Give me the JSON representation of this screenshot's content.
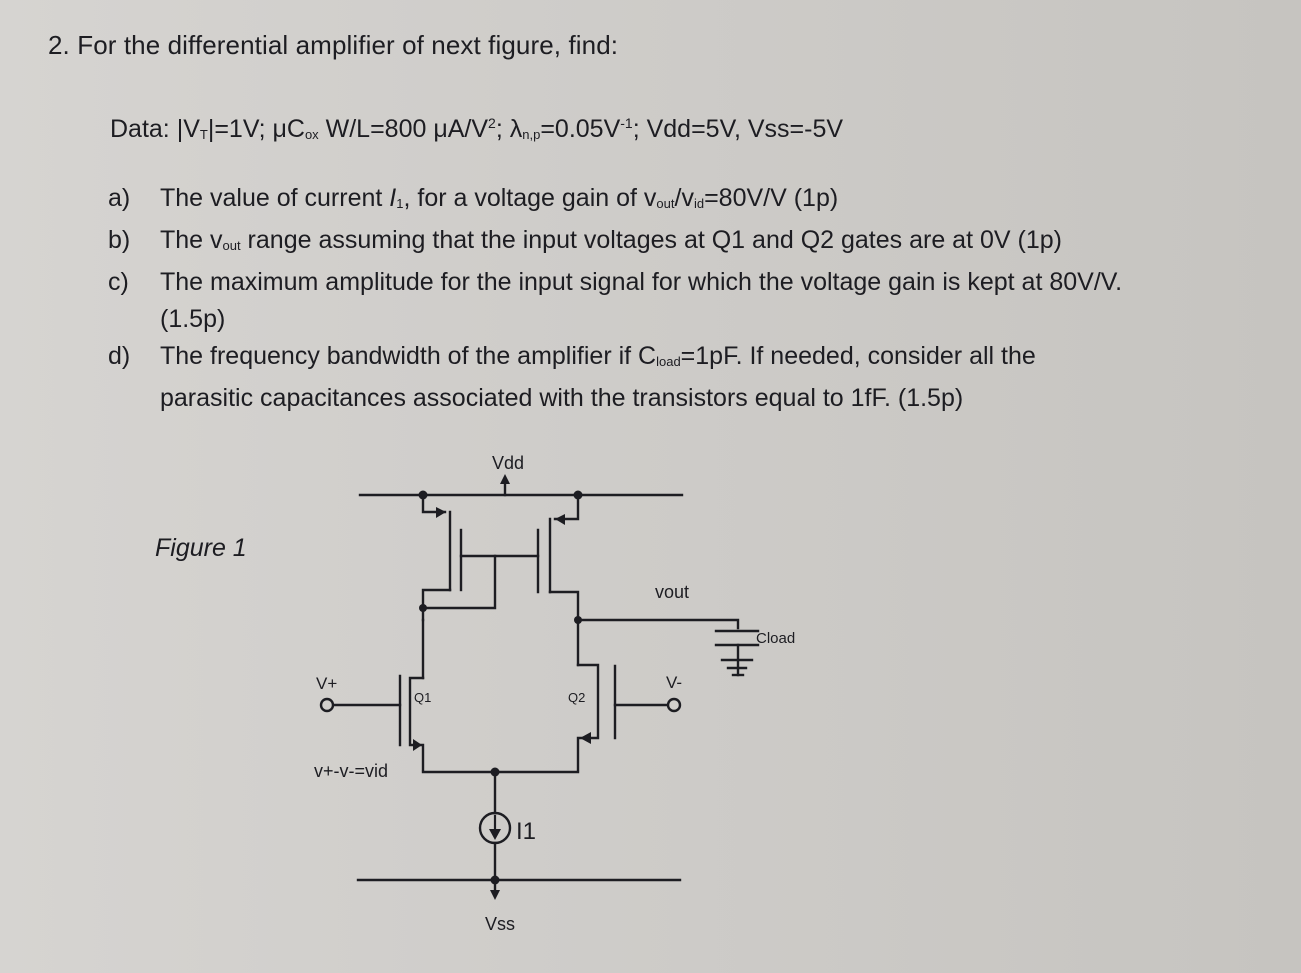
{
  "question": {
    "number": "2.",
    "title": "For the differential amplifier of next figure, find:"
  },
  "data_line": {
    "prefix": "Data: |V",
    "vt_sub": "T",
    "vt_value": "|=1V; μC",
    "cox_sub": "ox",
    "wl": " W/L=800 μA/V",
    "wl_sup": "2",
    "lambda_prefix": "; λ",
    "lambda_sub": "n,p",
    "lambda_value": "=0.05V",
    "lambda_sup": "-1",
    "supplies": "; Vdd=5V, Vss=-5V"
  },
  "items": [
    {
      "letter": "a)",
      "p1": "The value of current ",
      "i_sym": "I",
      "i_sub": "1",
      "p2": ", for a voltage gain of v",
      "vout_sub": "out",
      "p3": "/v",
      "vid_sub": "id",
      "p4": "=80V/V (1p)"
    },
    {
      "letter": "b)",
      "p1": "The v",
      "vout_sub": "out",
      "p2": " range assuming that the input voltages at Q1 and Q2 gates are at 0V (1p)"
    },
    {
      "letter": "c)",
      "line1": "The maximum amplitude for the input signal for which the voltage gain is kept at 80V/V.",
      "line2": "(1.5p)"
    },
    {
      "letter": "d)",
      "p1": "The frequency bandwidth of the amplifier if C",
      "cload_sub": "load",
      "p2": "=1pF. If needed, consider all the",
      "line2": "parasitic capacitances associated with the transistors equal to 1fF. (1.5p)"
    }
  ],
  "figure_label": "Figure 1",
  "schematic": {
    "vdd": "Vdd",
    "vss": "Vss",
    "vout": "vout",
    "cload": "Cload",
    "vplus": "V+",
    "vminus": "V-",
    "q1": "Q1",
    "q2": "Q2",
    "vid": "v+-v-=vid",
    "i1": "I1"
  }
}
